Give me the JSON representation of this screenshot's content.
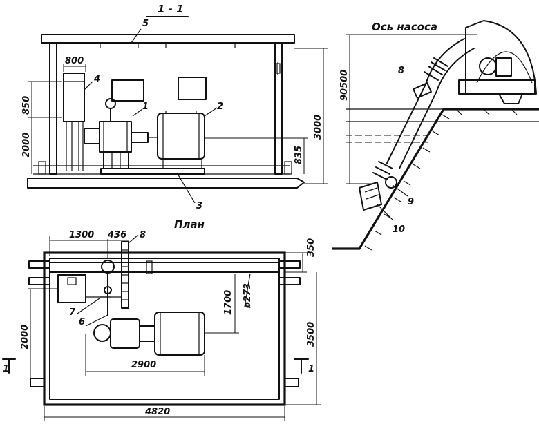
{
  "section_title": "1 - 1",
  "plan_title": "План",
  "pump_axis_label": "Ось насоса",
  "part_numbers": [
    "1",
    "2",
    "3",
    "4",
    "5",
    "6",
    "7",
    "8",
    "9",
    "10"
  ],
  "section_marks": [
    "1",
    "1"
  ],
  "dimensions": {
    "elev_800": "800",
    "elev_850": "850",
    "elev_2000": "2000",
    "elev_3000": "3000",
    "elev_835": "835",
    "slope_90500": "90500",
    "plan_1300": "1300",
    "plan_436": "436",
    "plan_350": "350",
    "plan_273": "ø273",
    "plan_1700": "1700",
    "plan_2000": "2000",
    "plan_3500": "3500",
    "plan_2900": "2900",
    "plan_4820": "4820"
  }
}
